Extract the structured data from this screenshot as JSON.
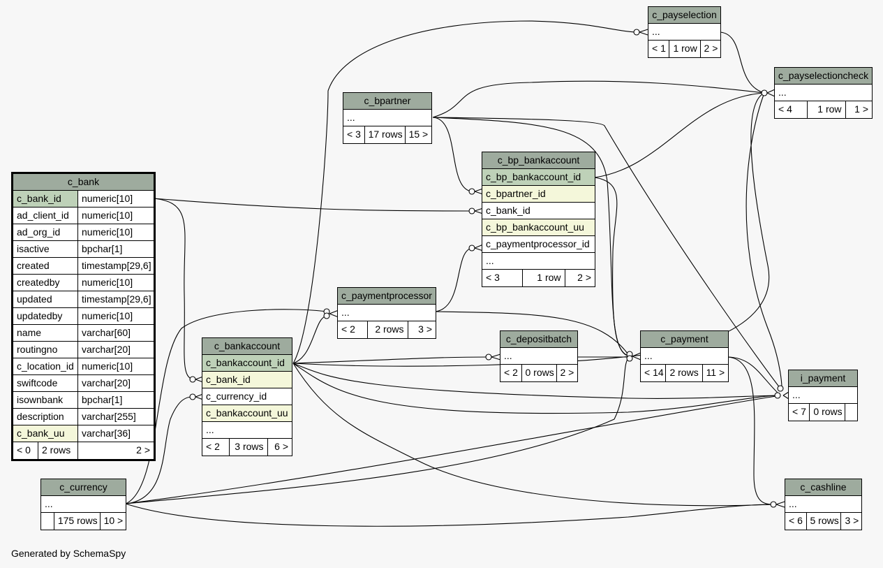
{
  "footer": {
    "generated_by": "Generated by SchemaSpy"
  },
  "tables": {
    "c_payselection": {
      "name": "c_payselection",
      "rows": [
        "..."
      ],
      "footer": [
        "< 1",
        "1 row",
        "2 >"
      ]
    },
    "c_payselectioncheck": {
      "name": "c_payselectioncheck",
      "rows": [
        "..."
      ],
      "footer": [
        "< 4",
        "1 row",
        "1 >"
      ]
    },
    "c_bpartner": {
      "name": "c_bpartner",
      "rows": [
        "..."
      ],
      "footer": [
        "< 3",
        "17 rows",
        "15 >"
      ]
    },
    "c_bp_bankaccount": {
      "name": "c_bp_bankaccount",
      "rows": [
        "c_bp_bankaccount_id",
        "c_bpartner_id",
        "c_bank_id",
        "c_bp_bankaccount_uu",
        "c_paymentprocessor_id",
        "..."
      ],
      "footer": [
        "< 3",
        "1 row",
        "2 >"
      ]
    },
    "c_bank": {
      "name": "c_bank",
      "columns": [
        {
          "name": "c_bank_id",
          "type": "numeric[10]"
        },
        {
          "name": "ad_client_id",
          "type": "numeric[10]"
        },
        {
          "name": "ad_org_id",
          "type": "numeric[10]"
        },
        {
          "name": "isactive",
          "type": "bpchar[1]"
        },
        {
          "name": "created",
          "type": "timestamp[29,6]"
        },
        {
          "name": "createdby",
          "type": "numeric[10]"
        },
        {
          "name": "updated",
          "type": "timestamp[29,6]"
        },
        {
          "name": "updatedby",
          "type": "numeric[10]"
        },
        {
          "name": "name",
          "type": "varchar[60]"
        },
        {
          "name": "routingno",
          "type": "varchar[20]"
        },
        {
          "name": "c_location_id",
          "type": "numeric[10]"
        },
        {
          "name": "swiftcode",
          "type": "varchar[20]"
        },
        {
          "name": "isownbank",
          "type": "bpchar[1]"
        },
        {
          "name": "description",
          "type": "varchar[255]"
        },
        {
          "name": "c_bank_uu",
          "type": "varchar[36]"
        }
      ],
      "footer": [
        "< 0",
        "2 rows",
        "2 >"
      ]
    },
    "c_paymentprocessor": {
      "name": "c_paymentprocessor",
      "rows": [
        "..."
      ],
      "footer": [
        "< 2",
        "2 rows",
        "3 >"
      ]
    },
    "c_bankaccount": {
      "name": "c_bankaccount",
      "rows": [
        "c_bankaccount_id",
        "c_bank_id",
        "c_currency_id",
        "c_bankaccount_uu",
        "..."
      ],
      "footer": [
        "< 2",
        "3 rows",
        "6 >"
      ]
    },
    "c_depositbatch": {
      "name": "c_depositbatch",
      "rows": [
        "..."
      ],
      "footer": [
        "< 2",
        "0 rows",
        "2 >"
      ]
    },
    "c_payment": {
      "name": "c_payment",
      "rows": [
        "..."
      ],
      "footer": [
        "< 14",
        "2 rows",
        "11 >"
      ]
    },
    "i_payment": {
      "name": "i_payment",
      "rows": [
        "..."
      ],
      "footer": [
        "< 7",
        "0 rows",
        ""
      ]
    },
    "c_currency": {
      "name": "c_currency",
      "rows": [
        "..."
      ],
      "footer": [
        "",
        "175 rows",
        "10 >"
      ]
    },
    "c_cashline": {
      "name": "c_cashline",
      "rows": [
        "..."
      ],
      "footer": [
        "< 6",
        "5 rows",
        "3 >"
      ]
    }
  }
}
